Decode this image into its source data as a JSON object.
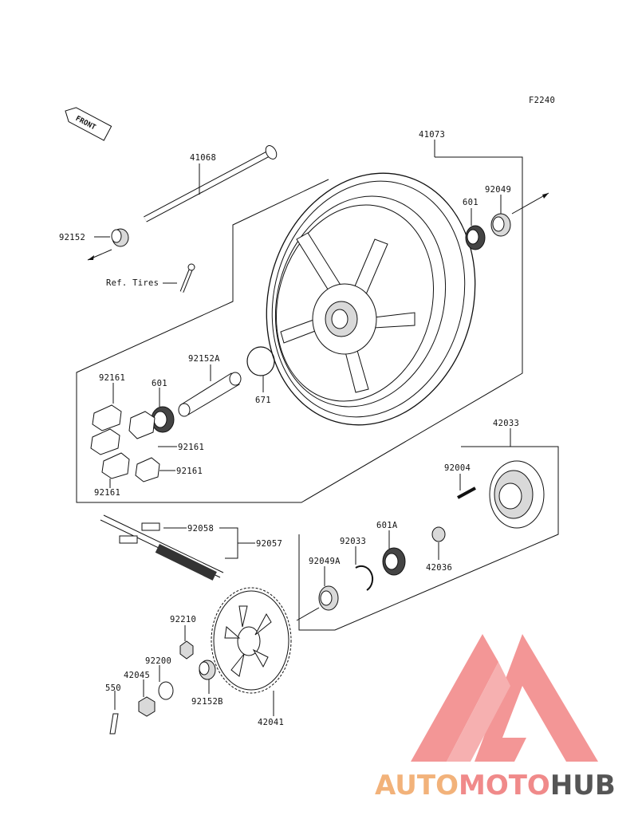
{
  "diagram": {
    "figure_code": "F2240",
    "front_label": "FRONT",
    "ref_tires": "Ref. Tires",
    "callouts": {
      "c41068": "41068",
      "c41073": "41073",
      "c92049": "92049",
      "c601_top": "601",
      "c92152": "92152",
      "c92152A": "92152A",
      "c671": "671",
      "c92161_a": "92161",
      "c601_mid": "601",
      "c92161_b": "92161",
      "c92161_c": "92161",
      "c92161_d": "92161",
      "c42033": "42033",
      "c92004": "92004",
      "c92058": "92058",
      "c92057": "92057",
      "c92033": "92033",
      "c601A": "601A",
      "c92049A": "92049A",
      "c42036": "42036",
      "c92210": "92210",
      "c92200": "92200",
      "c42045": "42045",
      "c550": "550",
      "c92152B": "92152B",
      "c42041": "42041"
    }
  },
  "watermark": {
    "part1": "AUTO",
    "part2": "MOTO",
    "part3": "HUB",
    "color_part1": "#f2b27a",
    "color_part2": "#f08a8a",
    "color_part3": "#555555",
    "logo_color": "#f17d7d"
  }
}
